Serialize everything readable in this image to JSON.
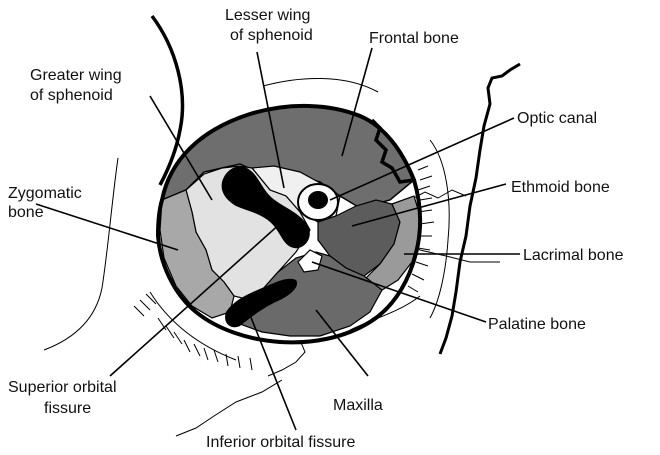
{
  "labels": {
    "lesser_wing_1": "Lesser wing",
    "lesser_wing_2": "of sphenoid",
    "frontal": "Frontal bone",
    "greater_wing_1": "Greater wing",
    "greater_wing_2": "of sphenoid",
    "optic": "Optic canal",
    "zygomatic_1": "Zygomatic",
    "zygomatic_2": "bone",
    "ethmoid": "Ethmoid bone",
    "lacrimal": "Lacrimal bone",
    "palatine": "Palatine bone",
    "superior_1": "Superior orbital",
    "superior_2": "fissure",
    "maxilla": "Maxilla",
    "inferior": "Inferior orbital fissure"
  },
  "colors": {
    "frontal": "#6e6e6e",
    "zygomatic": "#a8a8a8",
    "greater_wing": "#e2e2e2",
    "lesser_wing": "#f0f0f0",
    "ethmoid": "#5c5c5c",
    "lacrimal": "#9a9a9a",
    "maxilla": "#6a6a6a",
    "fissure": "#000000"
  }
}
